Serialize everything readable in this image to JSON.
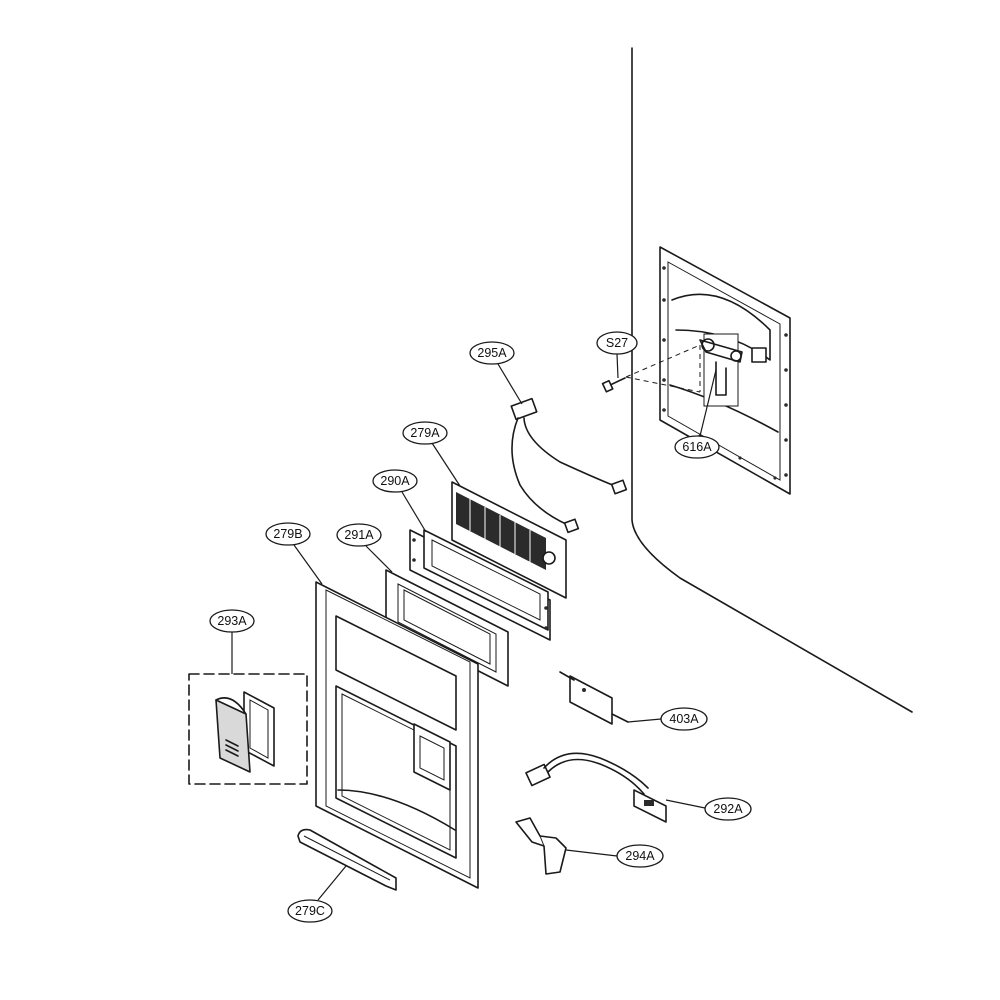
{
  "diagram": {
    "callouts": {
      "s27": "S27",
      "p616a": "616A",
      "p295a": "295A",
      "p279a": "279A",
      "p290a": "290A",
      "p279b": "279B",
      "p291a": "291A",
      "p293a": "293A",
      "p403a": "403A",
      "p292a": "292A",
      "p294a": "294A",
      "p279c": "279C"
    }
  }
}
